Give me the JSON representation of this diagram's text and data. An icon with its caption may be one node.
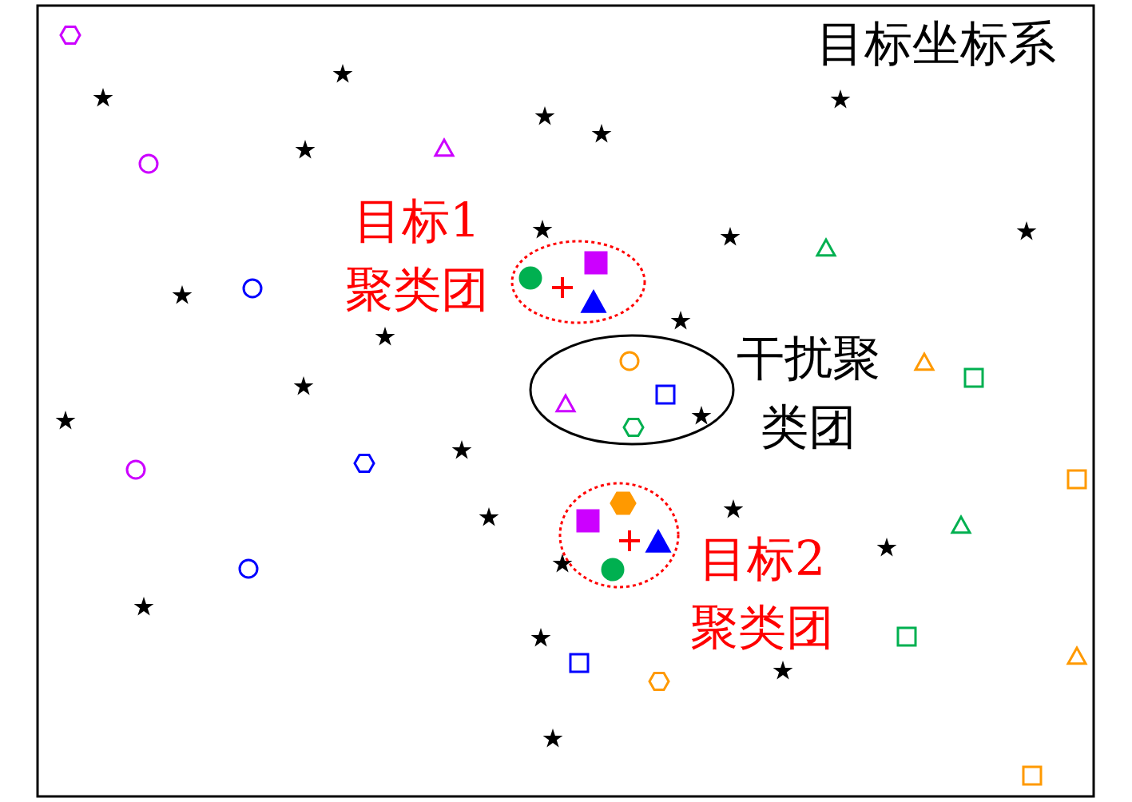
{
  "diagram": {
    "nodes": [
      {
        "text": [
          "目标1聚类团"
        ]
      },
      {
        "text": [
          "干扰聚类团"
        ]
      },
      {
        "text": [
          "目标2聚类团"
        ]
      }
    ],
    "labels": [
      "目标坐标系"
    ]
  }
}
